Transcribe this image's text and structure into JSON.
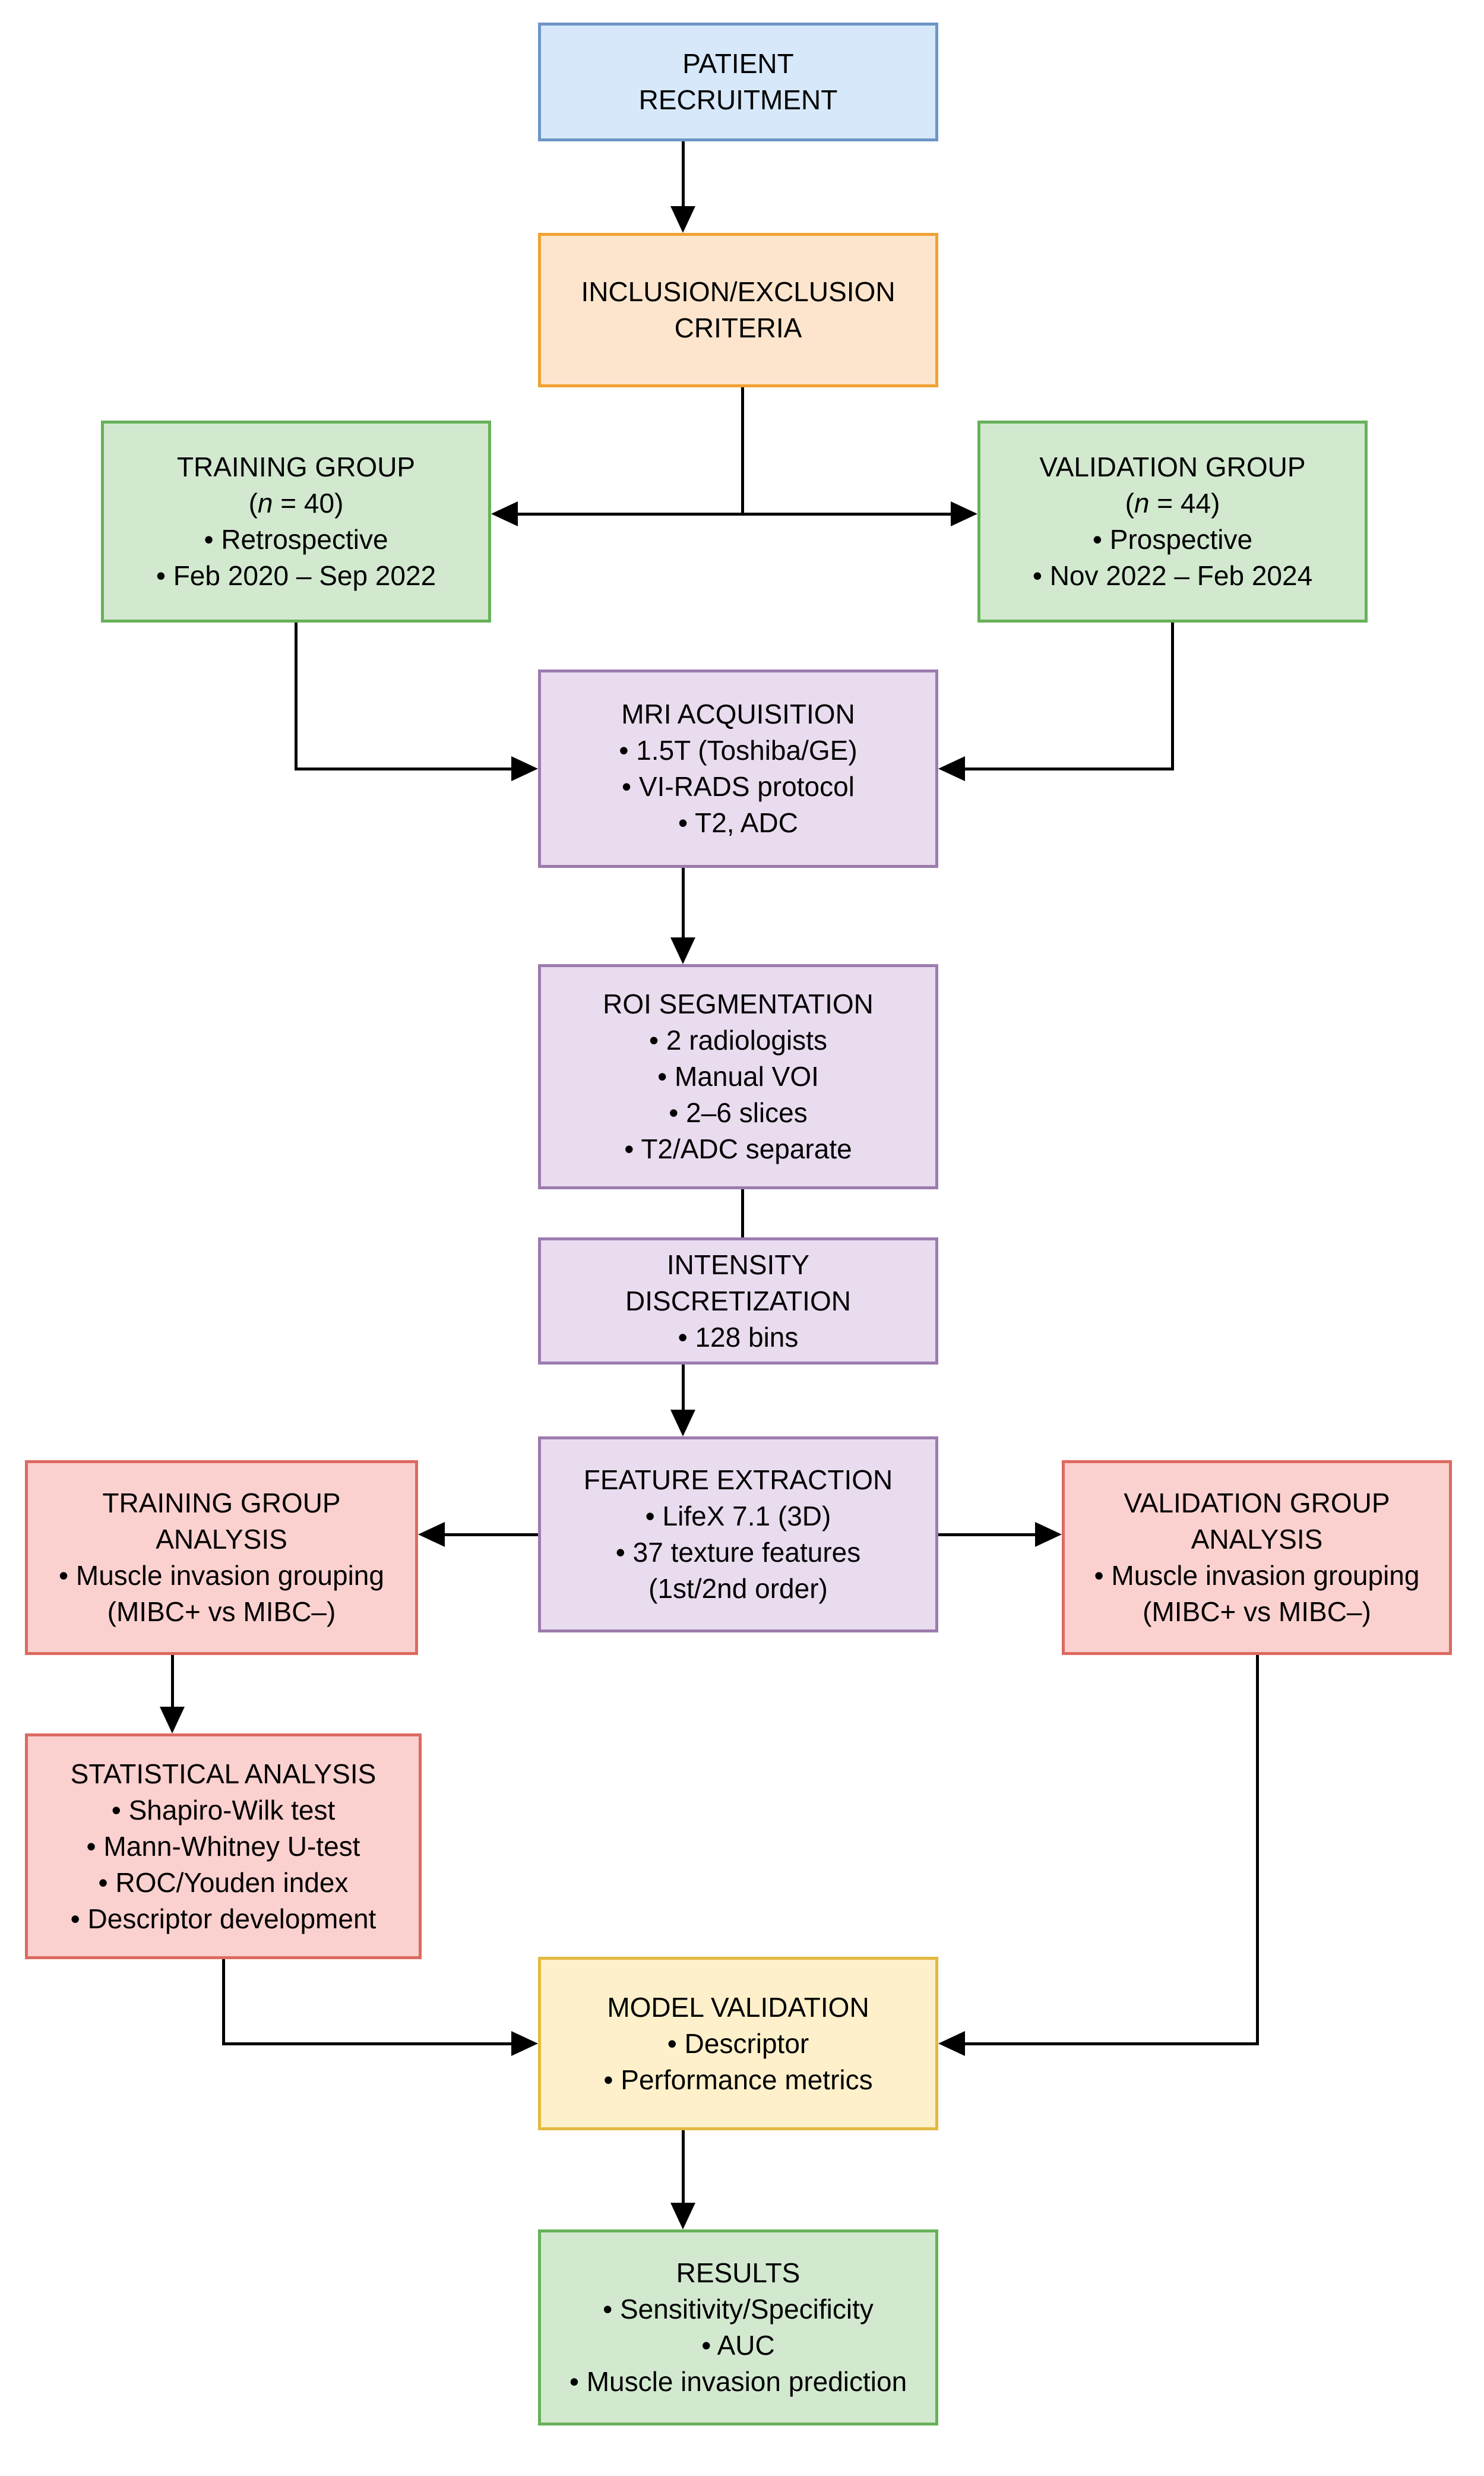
{
  "palette": {
    "blue": {
      "fill": "#d6e8f9",
      "stroke": "#6d96c9"
    },
    "orange": {
      "fill": "#fce5cc",
      "stroke": "#f0a233"
    },
    "green": {
      "fill": "#d2e9d0",
      "stroke": "#68b159"
    },
    "purple": {
      "fill": "#e9dcef",
      "stroke": "#9d7bae"
    },
    "red": {
      "fill": "#fbd1cf",
      "stroke": "#dd6a60"
    },
    "yellow": {
      "fill": "#fdf0ca",
      "stroke": "#e3b93f"
    },
    "connector": "#000000"
  },
  "boxes": [
    {
      "id": "patient-recruitment",
      "color": "blue",
      "lines": [
        "PATIENT",
        "RECRUITMENT"
      ]
    },
    {
      "id": "inclusion-exclusion",
      "color": "orange",
      "lines": [
        "INCLUSION/EXCLUSION",
        "CRITERIA"
      ]
    },
    {
      "id": "training-group",
      "color": "green",
      "lines": [
        "TRAINING GROUP",
        "(n = 40)",
        "• Retrospective",
        "• Feb 2020 – Sep 2022"
      ]
    },
    {
      "id": "validation-group",
      "color": "green",
      "lines": [
        "VALIDATION GROUP",
        "(n = 44)",
        "• Prospective",
        "• Nov 2022 – Feb 2024"
      ]
    },
    {
      "id": "mri-acquisition",
      "color": "purple",
      "lines": [
        "MRI ACQUISITION",
        "• 1.5T (Toshiba/GE)",
        "• VI-RADS protocol",
        "• T2, ADC"
      ]
    },
    {
      "id": "roi-segmentation",
      "color": "purple",
      "lines": [
        "ROI SEGMENTATION",
        "• 2 radiologists",
        "• Manual VOI",
        "• 2–6 slices",
        "• T2/ADC separate"
      ]
    },
    {
      "id": "intensity-discretization",
      "color": "purple",
      "lines": [
        "INTENSITY",
        "DISCRETIZATION",
        "• 128 bins"
      ]
    },
    {
      "id": "feature-extraction",
      "color": "purple",
      "lines": [
        "FEATURE EXTRACTION",
        "• LifeX 7.1 (3D)",
        "• 37 texture features",
        "(1st/2nd order)"
      ]
    },
    {
      "id": "training-group-analysis",
      "color": "red",
      "lines": [
        "TRAINING GROUP",
        "ANALYSIS",
        "• Muscle invasion grouping",
        "(MIBC+ vs MIBC–)"
      ]
    },
    {
      "id": "validation-group-analysis",
      "color": "red",
      "lines": [
        "VALIDATION GROUP",
        "ANALYSIS",
        "• Muscle invasion grouping",
        "(MIBC+ vs MIBC–)"
      ]
    },
    {
      "id": "statistical-analysis",
      "color": "red",
      "lines": [
        "STATISTICAL ANALYSIS",
        "• Shapiro-Wilk test",
        "• Mann-Whitney U-test",
        "• ROC/Youden index",
        "• Descriptor development"
      ]
    },
    {
      "id": "model-validation",
      "color": "yellow",
      "lines": [
        "MODEL VALIDATION",
        "• Descriptor",
        "• Performance metrics"
      ]
    },
    {
      "id": "results",
      "color": "green",
      "lines": [
        "RESULTS",
        "• Sensitivity/Specificity",
        "• AUC",
        "• Muscle invasion prediction"
      ]
    }
  ],
  "connectors": [
    {
      "from": "patient-recruitment",
      "to": "inclusion-exclusion",
      "arrow": true
    },
    {
      "from": "inclusion-exclusion",
      "to": "training-group",
      "arrow": true
    },
    {
      "from": "inclusion-exclusion",
      "to": "validation-group",
      "arrow": true
    },
    {
      "from": "training-group",
      "to": "mri-acquisition",
      "arrow": true
    },
    {
      "from": "validation-group",
      "to": "mri-acquisition",
      "arrow": true
    },
    {
      "from": "mri-acquisition",
      "to": "roi-segmentation",
      "arrow": true
    },
    {
      "from": "roi-segmentation",
      "to": "intensity-discretization",
      "arrow": false
    },
    {
      "from": "intensity-discretization",
      "to": "feature-extraction",
      "arrow": true
    },
    {
      "from": "feature-extraction",
      "to": "training-group-analysis",
      "arrow": true
    },
    {
      "from": "feature-extraction",
      "to": "validation-group-analysis",
      "arrow": true
    },
    {
      "from": "training-group-analysis",
      "to": "statistical-analysis",
      "arrow": true
    },
    {
      "from": "statistical-analysis",
      "to": "model-validation",
      "arrow": true
    },
    {
      "from": "validation-group-analysis",
      "to": "model-validation",
      "arrow": true
    },
    {
      "from": "model-validation",
      "to": "results",
      "arrow": true
    }
  ]
}
